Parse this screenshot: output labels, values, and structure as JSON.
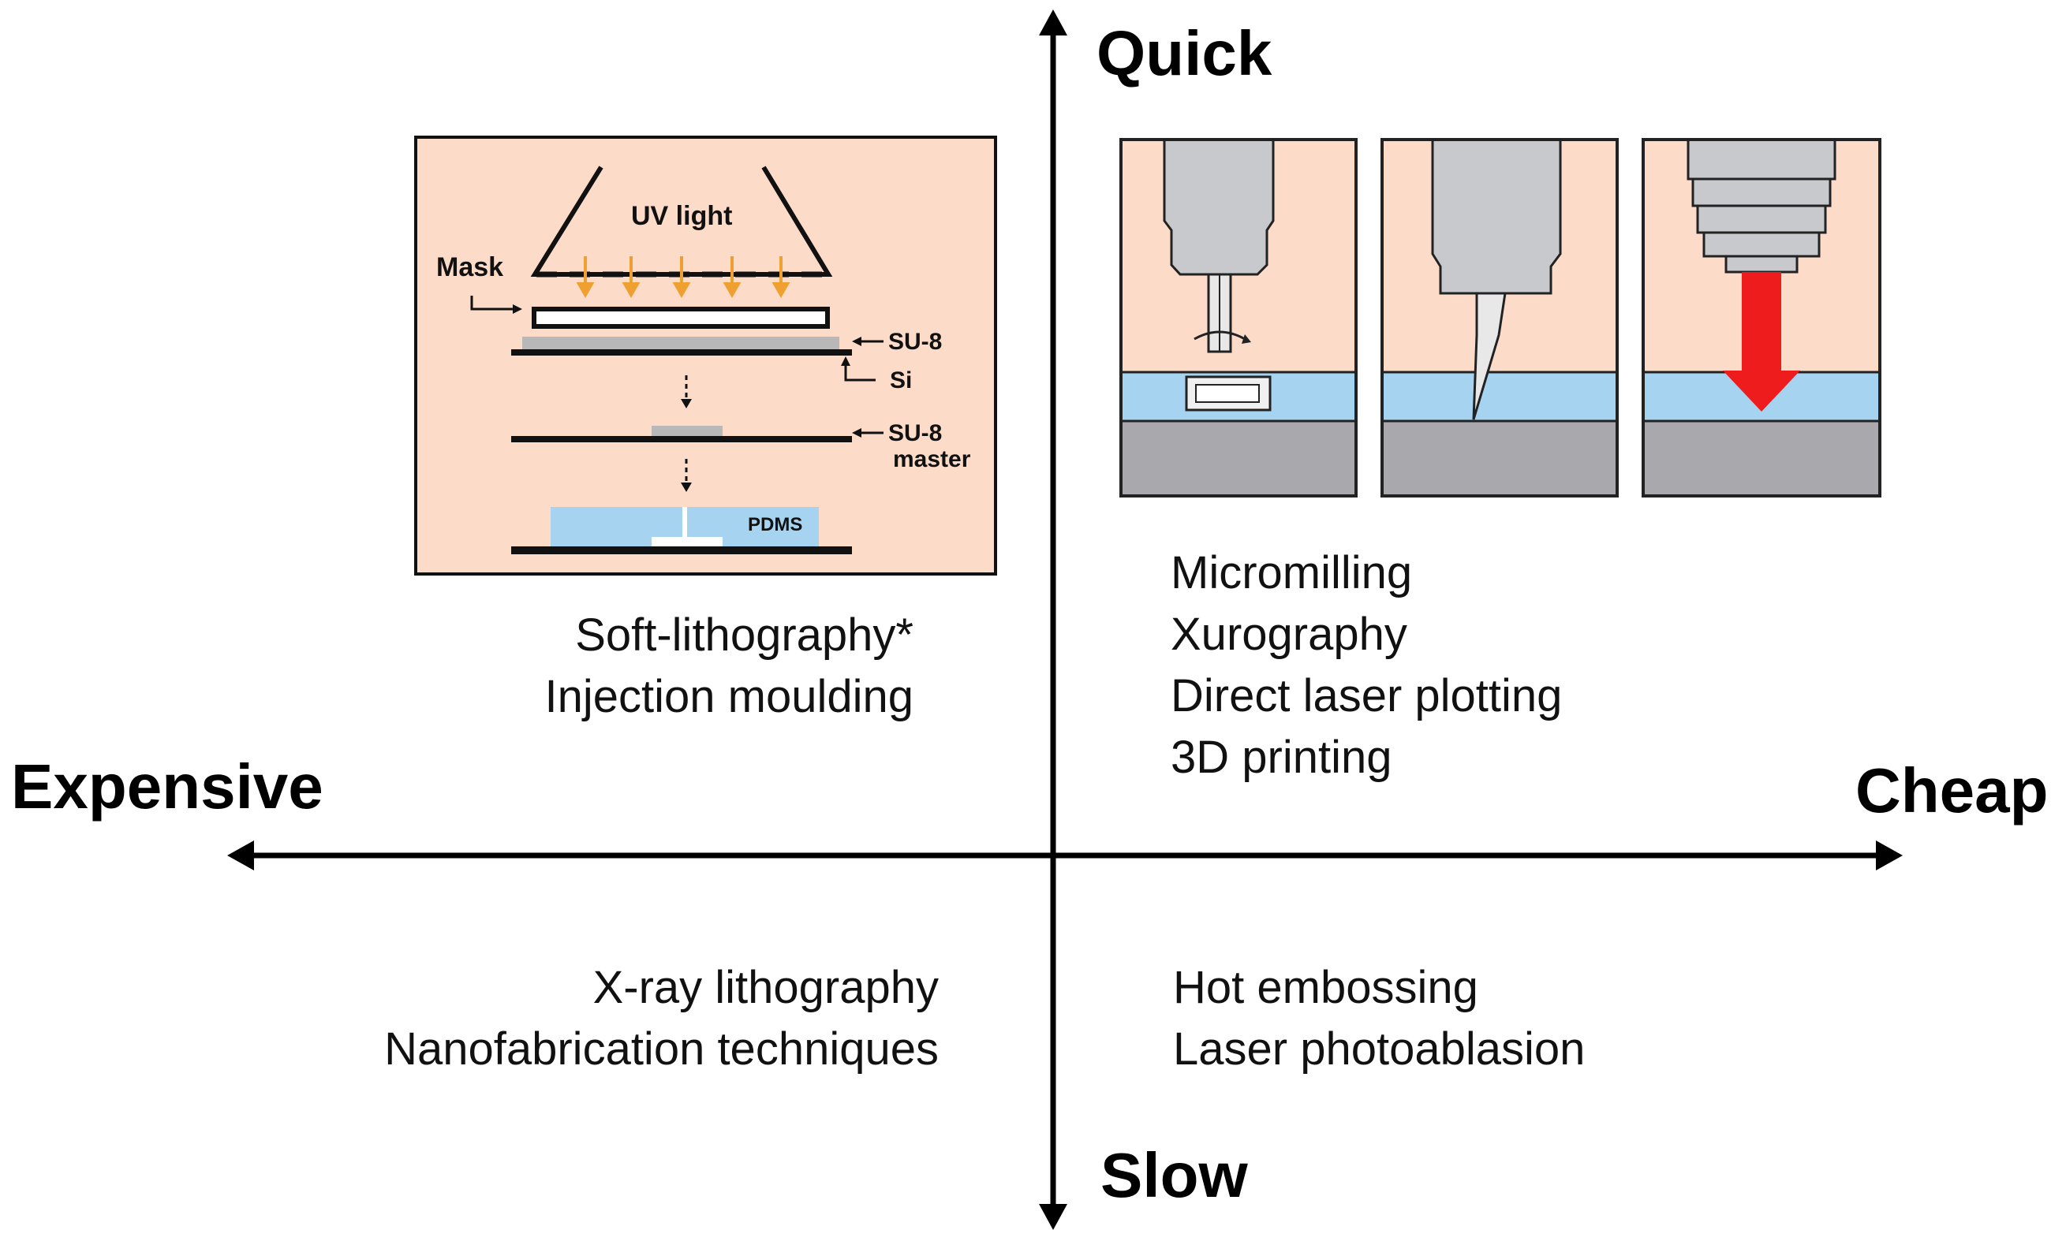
{
  "axes": {
    "top": "Quick",
    "bottom": "Slow",
    "left": "Expensive",
    "right": "Cheap"
  },
  "quadrants": {
    "top_left": [
      "Soft-lithography*",
      "Injection moulding"
    ],
    "top_right": [
      "Micromilling",
      "Xurography",
      "Direct laser plotting",
      "3D printing"
    ],
    "bottom_left": [
      "X-ray lithography",
      "Nanofabrication techniques"
    ],
    "bottom_right": [
      "Hot embossing",
      "Laser photoablasion"
    ]
  },
  "litho_inset": {
    "uv_light": "UV light",
    "mask": "Mask",
    "su8": "SU-8",
    "si": "Si",
    "su8_master_1": "SU-8",
    "su8_master_2": "master",
    "pdms": "PDMS"
  },
  "colors": {
    "panel_bg": "#fcdcc9",
    "substrate_blue": "#a6d3f0",
    "base_gray": "#a9a9ad",
    "tool_gray": "#c8c9cc",
    "laser_red": "#ee1c1c",
    "uv_arrow": "#f0a030"
  }
}
